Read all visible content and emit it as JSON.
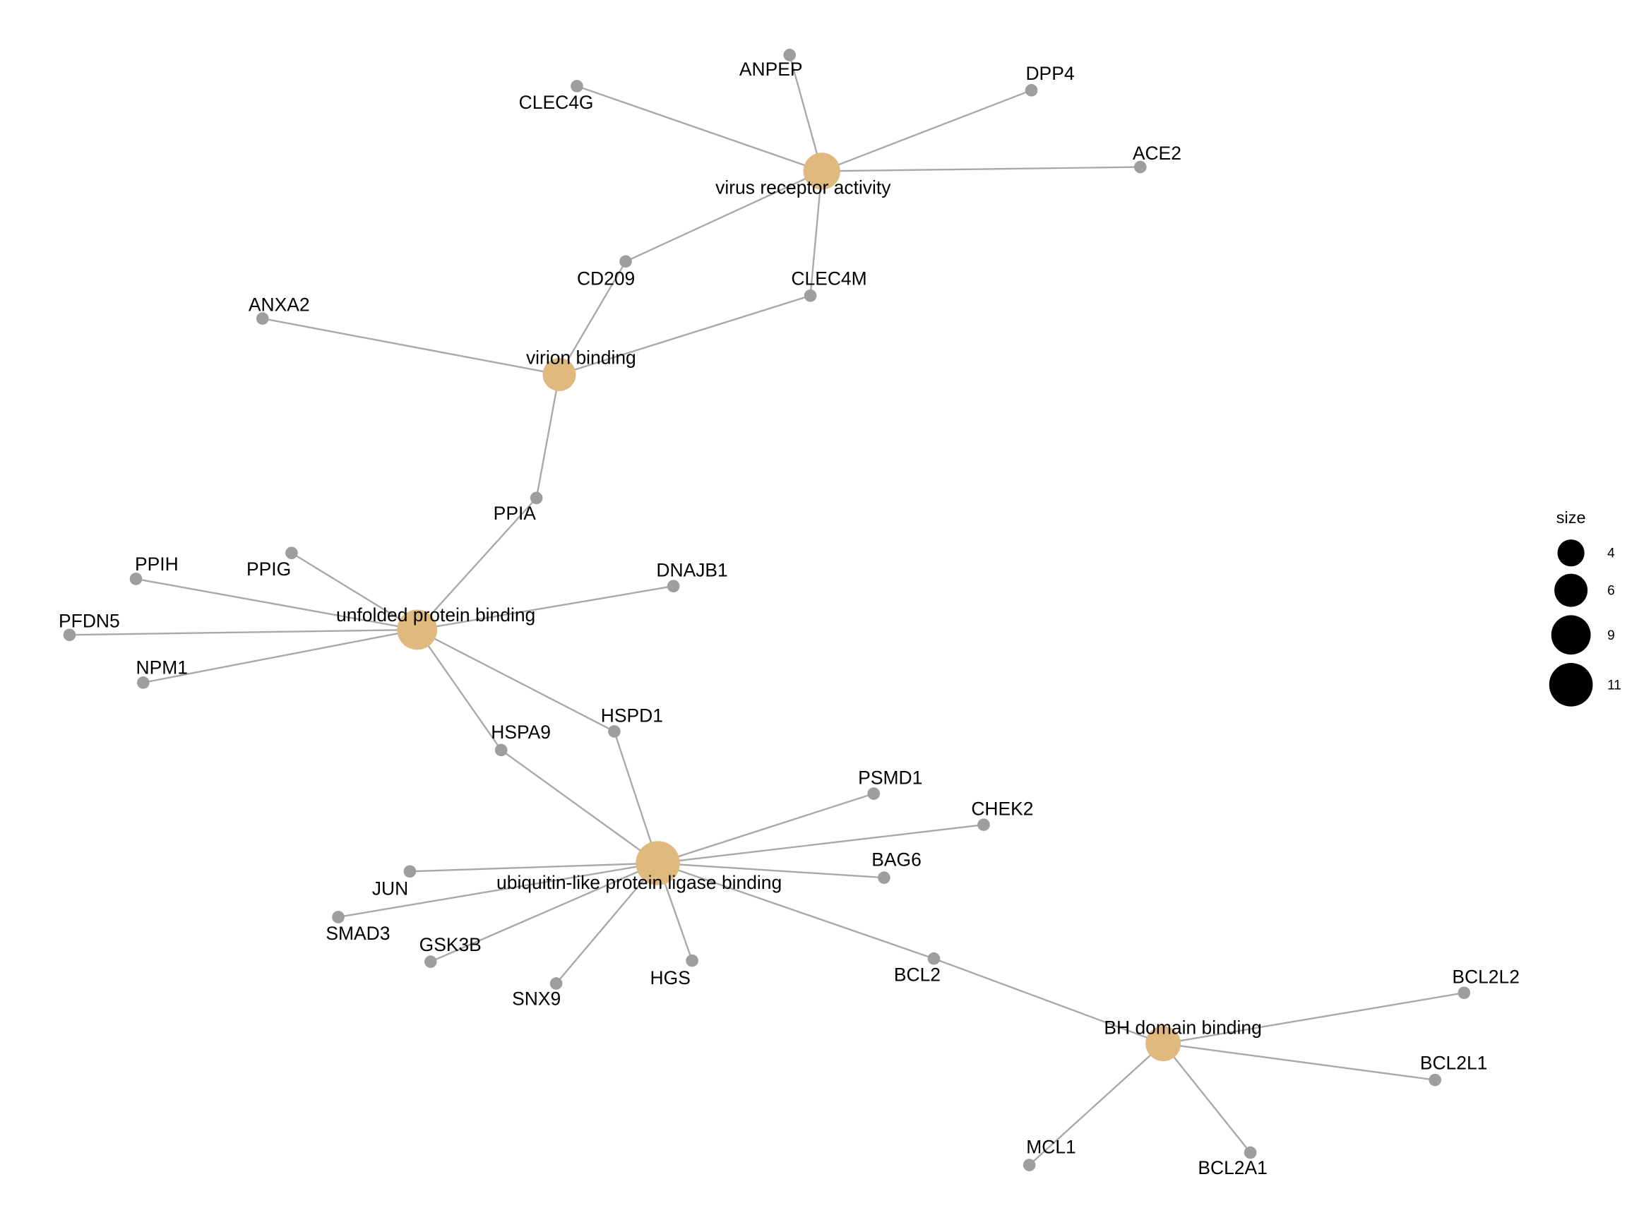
{
  "colors": {
    "category": "#e0b97f",
    "gene": "#9e9e9e",
    "edge": "#a8a8a8"
  },
  "categories": [
    {
      "id": "virus receptor activity",
      "size": 6
    },
    {
      "id": "virion binding",
      "size": 4
    },
    {
      "id": "unfolded protein binding",
      "size": 8
    },
    {
      "id": "ubiquitin-like protein ligase binding",
      "size": 11
    },
    {
      "id": "BH domain binding",
      "size": 5
    }
  ],
  "genes": [
    "ANPEP",
    "CLEC4G",
    "DPP4",
    "ACE2",
    "CD209",
    "CLEC4M",
    "ANXA2",
    "PPIA",
    "PPIG",
    "PPIH",
    "PFDN5",
    "NPM1",
    "DNAJB1",
    "HSPA9",
    "HSPD1",
    "PSMD1",
    "CHEK2",
    "BAG6",
    "JUN",
    "SMAD3",
    "GSK3B",
    "SNX9",
    "HGS",
    "BCL2",
    "BCL2L2",
    "BCL2L1",
    "MCL1",
    "BCL2A1"
  ],
  "edges": [
    [
      "virus receptor activity",
      "ANPEP"
    ],
    [
      "virus receptor activity",
      "CLEC4G"
    ],
    [
      "virus receptor activity",
      "DPP4"
    ],
    [
      "virus receptor activity",
      "ACE2"
    ],
    [
      "virus receptor activity",
      "CD209"
    ],
    [
      "virus receptor activity",
      "CLEC4M"
    ],
    [
      "virion binding",
      "CD209"
    ],
    [
      "virion binding",
      "CLEC4M"
    ],
    [
      "virion binding",
      "ANXA2"
    ],
    [
      "virion binding",
      "PPIA"
    ],
    [
      "unfolded protein binding",
      "PPIA"
    ],
    [
      "unfolded protein binding",
      "PPIG"
    ],
    [
      "unfolded protein binding",
      "PPIH"
    ],
    [
      "unfolded protein binding",
      "PFDN5"
    ],
    [
      "unfolded protein binding",
      "NPM1"
    ],
    [
      "unfolded protein binding",
      "DNAJB1"
    ],
    [
      "unfolded protein binding",
      "HSPA9"
    ],
    [
      "unfolded protein binding",
      "HSPD1"
    ],
    [
      "ubiquitin-like protein ligase binding",
      "HSPA9"
    ],
    [
      "ubiquitin-like protein ligase binding",
      "HSPD1"
    ],
    [
      "ubiquitin-like protein ligase binding",
      "PSMD1"
    ],
    [
      "ubiquitin-like protein ligase binding",
      "CHEK2"
    ],
    [
      "ubiquitin-like protein ligase binding",
      "BAG6"
    ],
    [
      "ubiquitin-like protein ligase binding",
      "JUN"
    ],
    [
      "ubiquitin-like protein ligase binding",
      "SMAD3"
    ],
    [
      "ubiquitin-like protein ligase binding",
      "GSK3B"
    ],
    [
      "ubiquitin-like protein ligase binding",
      "SNX9"
    ],
    [
      "ubiquitin-like protein ligase binding",
      "HGS"
    ],
    [
      "ubiquitin-like protein ligase binding",
      "BCL2"
    ],
    [
      "BH domain binding",
      "BCL2"
    ],
    [
      "BH domain binding",
      "BCL2L2"
    ],
    [
      "BH domain binding",
      "BCL2L1"
    ],
    [
      "BH domain binding",
      "MCL1"
    ],
    [
      "BH domain binding",
      "BCL2A1"
    ]
  ],
  "legend": {
    "title": "size",
    "values": [
      "4",
      "6",
      "9",
      "11"
    ]
  }
}
